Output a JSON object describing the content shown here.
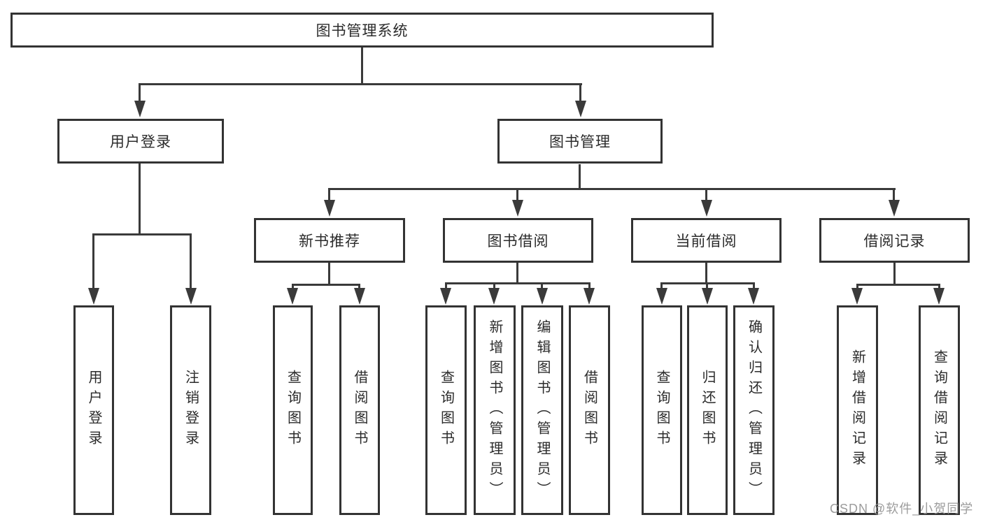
{
  "colors": {
    "line": "#3a3a3a",
    "box_border": "#333333",
    "text": "#2b2b2b",
    "watermark": "#949494",
    "background": "#ffffff"
  },
  "tree": {
    "root": {
      "label": "图书管理系统"
    },
    "branches": [
      {
        "label": "用户登录",
        "children": [
          {
            "label": "用户登录"
          },
          {
            "label": "注销登录"
          }
        ]
      },
      {
        "label": "图书管理",
        "children": [
          {
            "label": "新书推荐",
            "children": [
              {
                "label": "查询图书"
              },
              {
                "label": "借阅图书"
              }
            ]
          },
          {
            "label": "图书借阅",
            "children": [
              {
                "label": "查询图书"
              },
              {
                "label": "新增图书（管理员）"
              },
              {
                "label": "编辑图书（管理员）"
              },
              {
                "label": "借阅图书"
              }
            ]
          },
          {
            "label": "当前借阅",
            "children": [
              {
                "label": "查询图书"
              },
              {
                "label": "归还图书"
              },
              {
                "label": "确认归还（管理员）"
              }
            ]
          },
          {
            "label": "借阅记录",
            "children": [
              {
                "label": "新增借阅记录"
              },
              {
                "label": "查询借阅记录"
              }
            ]
          }
        ]
      }
    ]
  },
  "watermark": {
    "text": "CSDN @软件_小贺同学"
  }
}
